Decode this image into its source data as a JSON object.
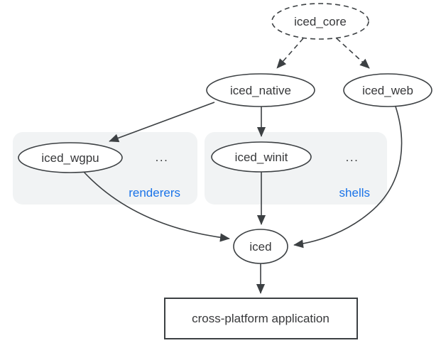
{
  "diagram_type": "dependency-graph",
  "colors": {
    "background": "#ffffff",
    "node_stroke": "#3c4043",
    "node_text": "#37383a",
    "edge": "#3c4043",
    "group_fill": "#f1f3f4",
    "group_label": "#1a73e8"
  },
  "nodes": {
    "iced_core": {
      "label": "iced_core",
      "shape": "dashed-ellipse"
    },
    "iced_native": {
      "label": "iced_native",
      "shape": "ellipse"
    },
    "iced_web": {
      "label": "iced_web",
      "shape": "ellipse"
    },
    "iced_wgpu": {
      "label": "iced_wgpu",
      "shape": "ellipse"
    },
    "iced_winit": {
      "label": "iced_winit",
      "shape": "ellipse"
    },
    "iced": {
      "label": "iced",
      "shape": "ellipse"
    },
    "app": {
      "label": "cross-platform application",
      "shape": "rectangle"
    }
  },
  "groups": {
    "renderers": {
      "label": "renderers",
      "ellipsis": "...",
      "contains": [
        "iced_wgpu"
      ]
    },
    "shells": {
      "label": "shells",
      "ellipsis": "...",
      "contains": [
        "iced_winit"
      ]
    }
  },
  "edges": [
    {
      "from": "iced_core",
      "to": "iced_native",
      "style": "dashed"
    },
    {
      "from": "iced_core",
      "to": "iced_web",
      "style": "dashed"
    },
    {
      "from": "iced_native",
      "to": "iced_wgpu",
      "style": "solid"
    },
    {
      "from": "iced_native",
      "to": "iced_winit",
      "style": "solid"
    },
    {
      "from": "iced_wgpu",
      "to": "iced",
      "style": "solid"
    },
    {
      "from": "iced_winit",
      "to": "iced",
      "style": "solid"
    },
    {
      "from": "iced_web",
      "to": "iced",
      "style": "solid"
    },
    {
      "from": "iced",
      "to": "app",
      "style": "solid"
    }
  ]
}
